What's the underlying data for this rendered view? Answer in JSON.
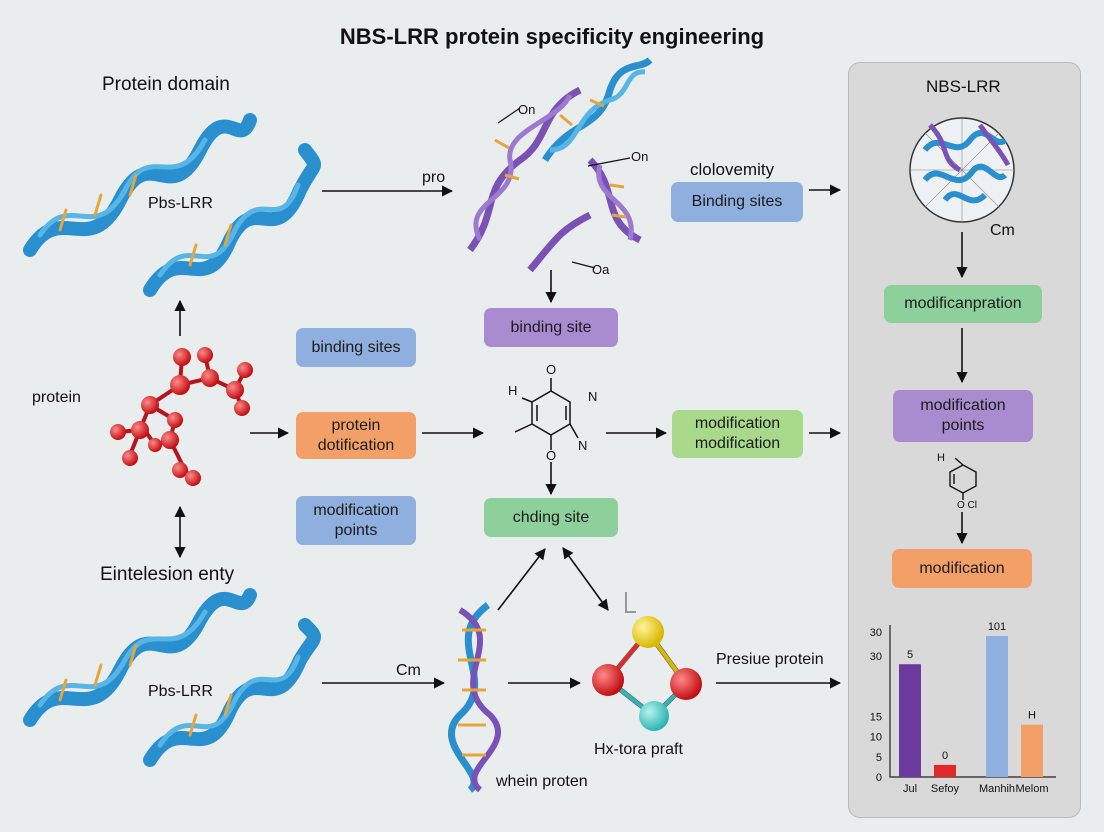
{
  "title": "NBS-LRR protein specificity engineering",
  "labels": {
    "protein_domain": "Protein domain",
    "pbs_lrr_top": "Pbs-LRR",
    "pro": "pro",
    "o_n_1": "On",
    "o_n_2": "On",
    "o_a": "Oa",
    "clolovemity": "clolovemity",
    "protein": "protein",
    "eintelesion": "Eintelesion enty",
    "pbs_lrr_bottom": "Pbs-LRR",
    "cm_bottom": "Cm",
    "whein_proten": "whein proten",
    "hx_tora": "Hx-tora praft",
    "presiue": "Presiue protein",
    "mol_h": "H",
    "mol_n": "N",
    "mol_n2": "N",
    "mol_o_top": "O",
    "mol_o_bottom": "O",
    "panel_title": "NBS-LRR",
    "panel_cm": "Cm",
    "panel_h": "H",
    "panel_oo": "O  Cl"
  },
  "boxes": {
    "binding_sites_top": "Binding sites",
    "binding_site_mid": "binding site",
    "binding_sites_left": "binding sites",
    "protein_dotification": "protein\ndotification",
    "modification_points_left": "modification\npoints",
    "chding_site": "chding site",
    "modification_modification": "modification\nmodification",
    "modificanpration": "modificanpration",
    "modification_points_right": "modification\npoints",
    "modification_right": "modification"
  },
  "chart_data": {
    "type": "bar",
    "categories": [
      "Jul",
      "Sefoy",
      "Manhih",
      "Melom"
    ],
    "values": [
      28,
      3,
      35,
      13
    ],
    "data_labels": [
      "5",
      "0",
      "101",
      "H"
    ],
    "y_tick_labels": [
      "0",
      "5",
      "10",
      "15",
      "30",
      "30"
    ],
    "y_tick_values": [
      0,
      5,
      10,
      15,
      30,
      36
    ],
    "ylim": [
      0,
      36
    ],
    "colors": [
      "#6b3a9c",
      "#e02a2a",
      "#8fb0de",
      "#f2a068"
    ],
    "grid": false,
    "legend": "none"
  }
}
